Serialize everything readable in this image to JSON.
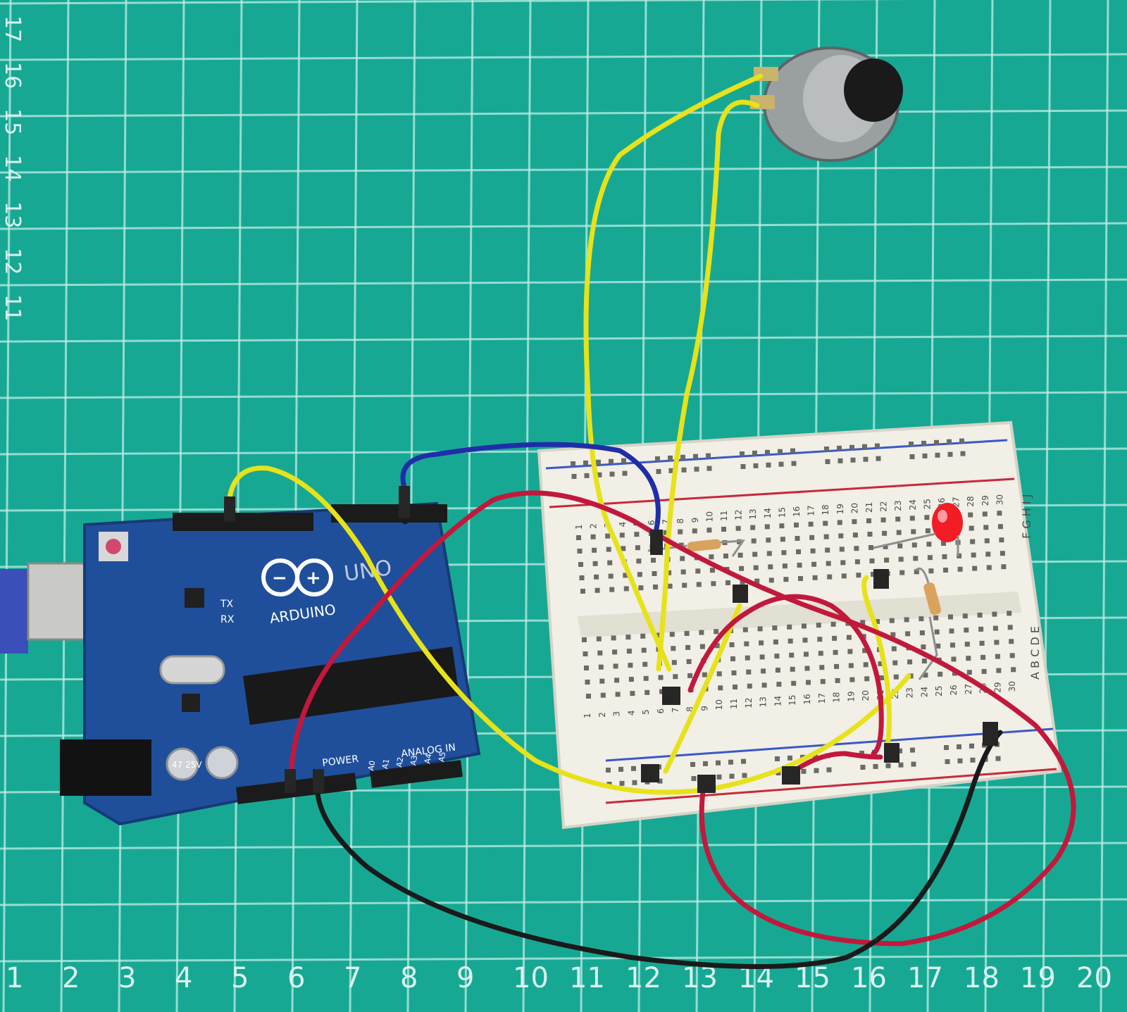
{
  "mat": {
    "bottom_scale": [
      "1",
      "2",
      "3",
      "4",
      "5",
      "6",
      "7",
      "8",
      "9",
      "10",
      "11",
      "12",
      "13",
      "14",
      "15",
      "16",
      "17",
      "18",
      "19",
      "20"
    ],
    "left_scale": [
      "17",
      "16",
      "15",
      "14",
      "13",
      "12",
      "11"
    ]
  },
  "arduino": {
    "brand": "ARDUINO",
    "model": "UNO",
    "tx": "TX",
    "rx": "RX",
    "power": "POWER",
    "analog": "ANALOG IN",
    "analog_pins": [
      "A0",
      "A1",
      "A2",
      "A3",
      "A4",
      "A5"
    ],
    "cap": "47 25V"
  },
  "breadboard": {
    "row_letters_top": "F G H I J",
    "row_letters_bottom": "A B C D E",
    "col_numbers": [
      "1",
      "2",
      "3",
      "4",
      "5",
      "6",
      "7",
      "8",
      "9",
      "10",
      "11",
      "12",
      "13",
      "14",
      "15",
      "16",
      "17",
      "18",
      "19",
      "20",
      "21",
      "22",
      "23",
      "24",
      "25",
      "26",
      "27",
      "28",
      "29",
      "30"
    ]
  },
  "colors": {
    "mat": "#17a894",
    "grid": "#bfeee6",
    "pcb": "#1f4f9a",
    "breadboard": "#f1efe6",
    "yellow_wire": "#e7e21a",
    "red_wire": "#c2183c",
    "black_wire": "#1a1a1a",
    "blue_wire": "#1f2ea8",
    "led": "#f21c24"
  }
}
